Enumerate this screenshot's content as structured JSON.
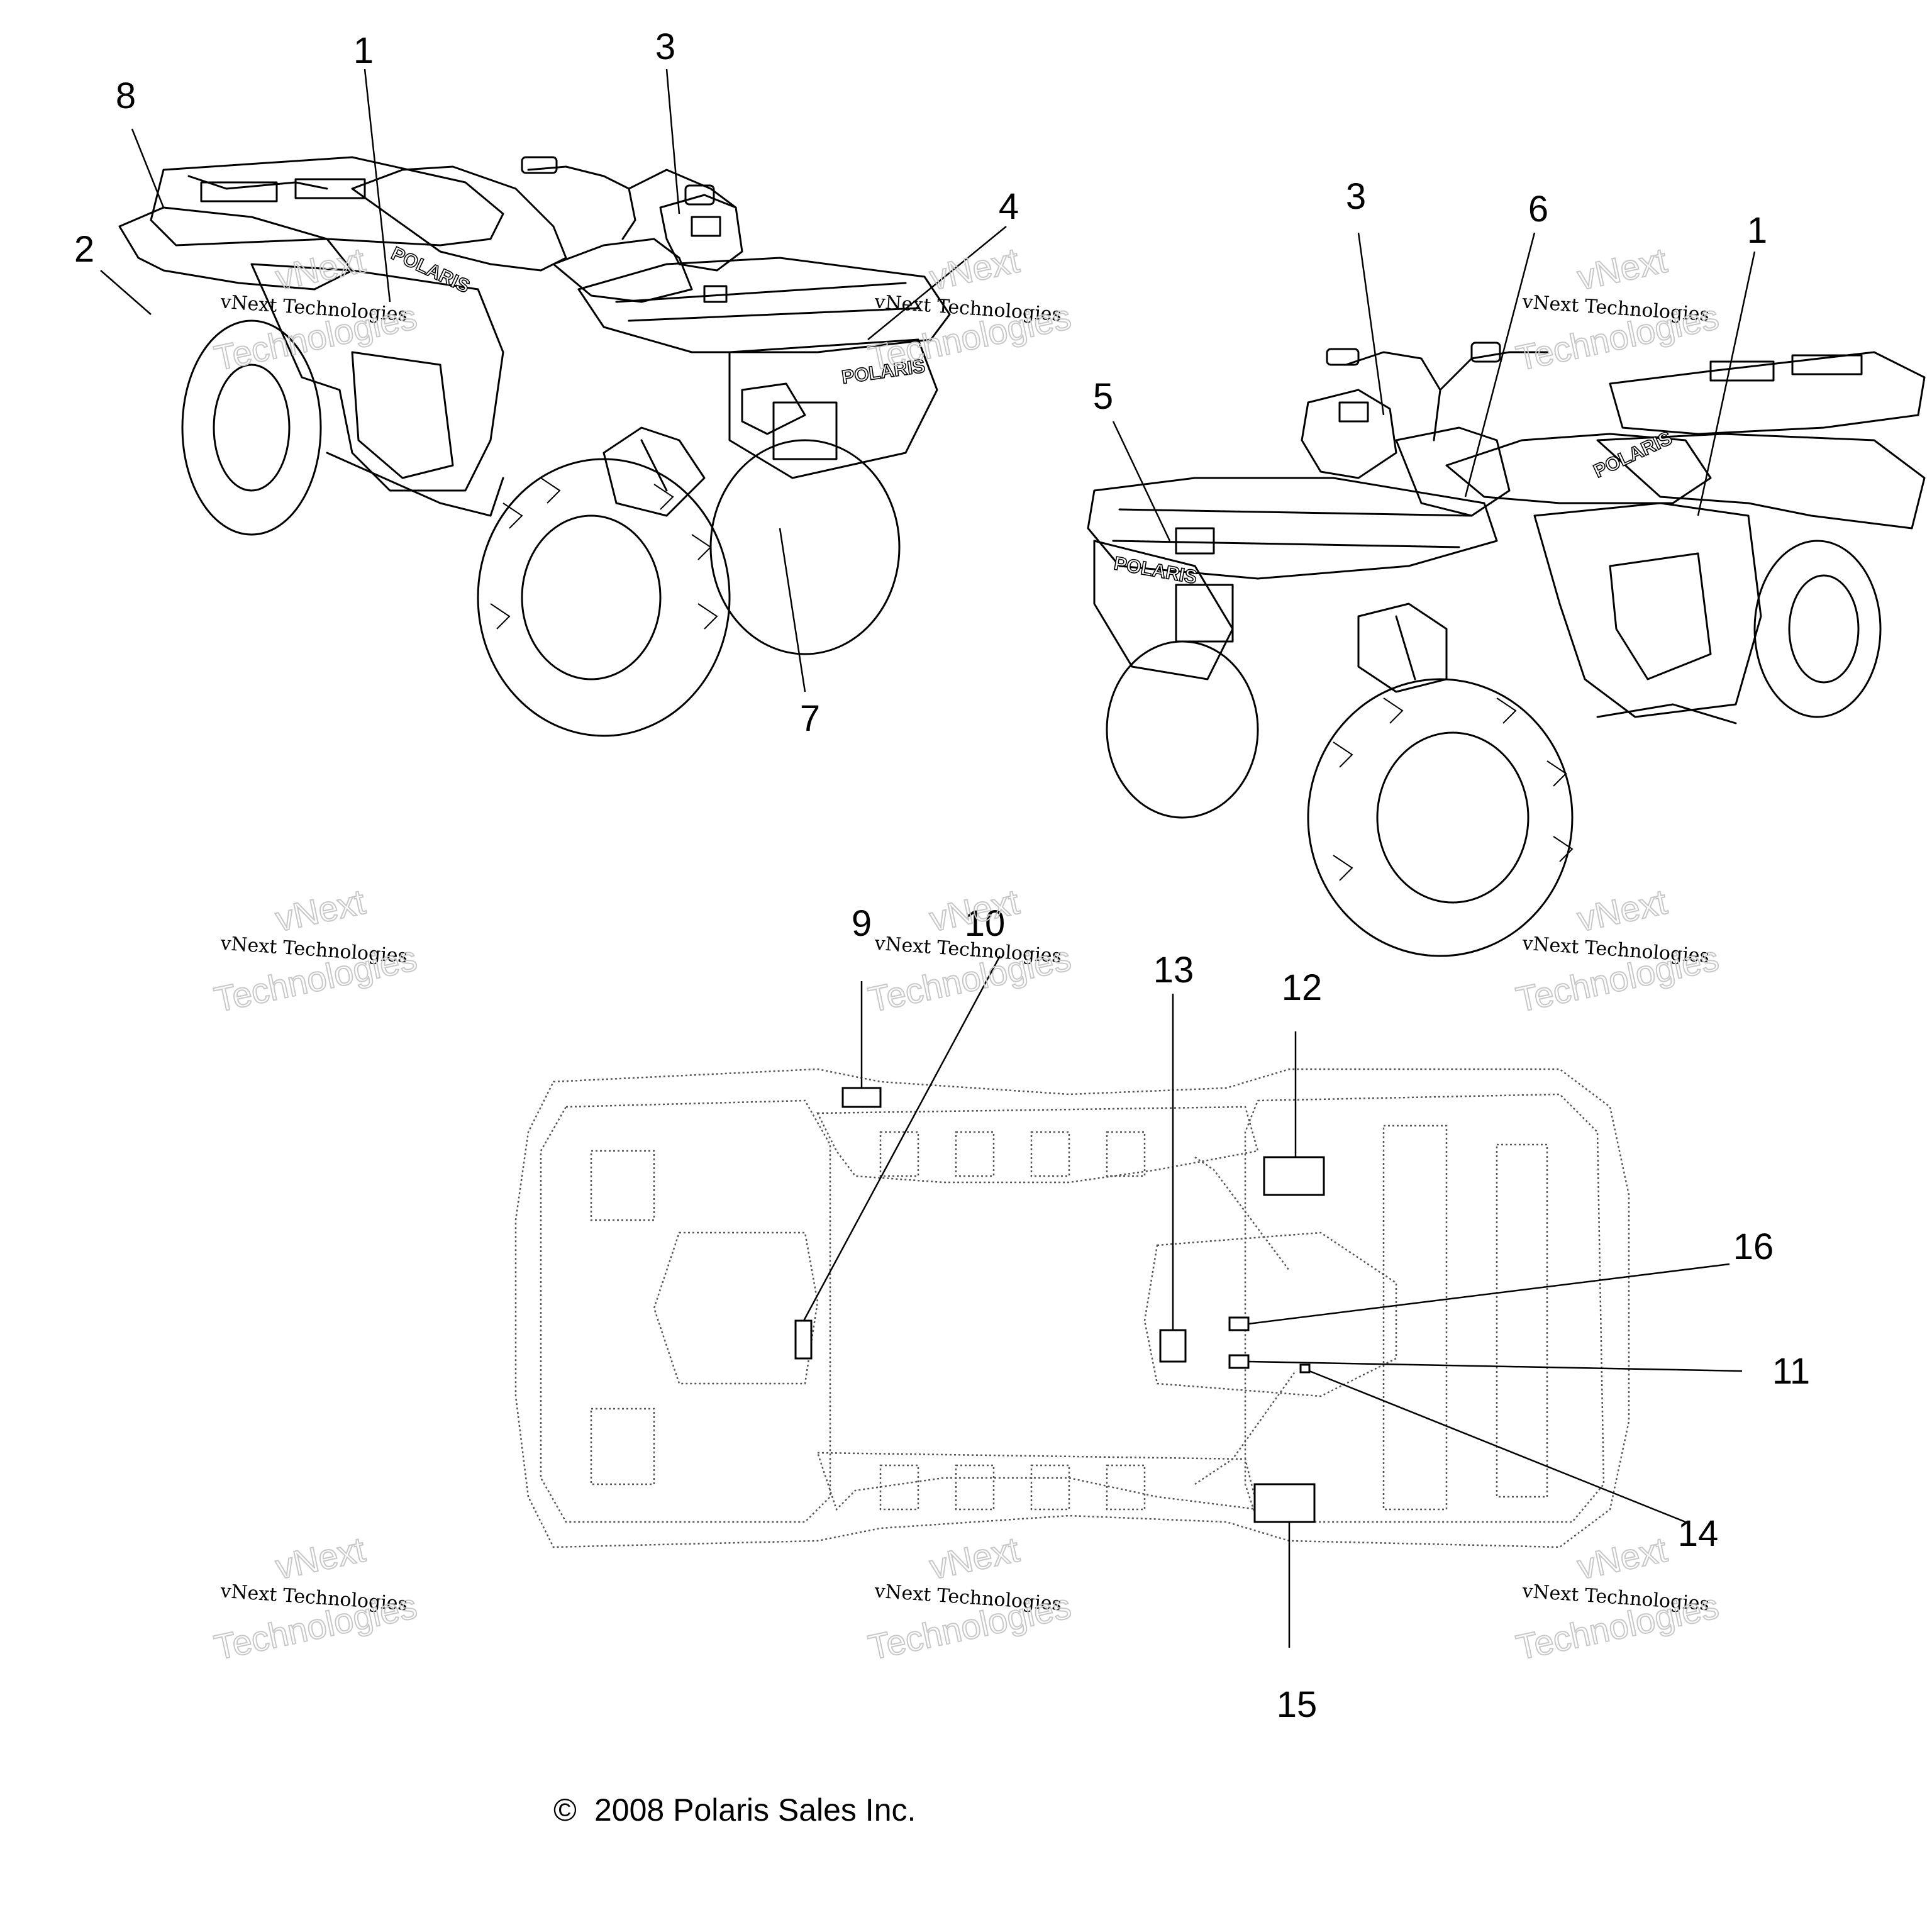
{
  "callouts": {
    "c1a": "1",
    "c3a": "3",
    "c8": "8",
    "c2": "2",
    "c4": "4",
    "c7": "7",
    "c3b": "3",
    "c6": "6",
    "c1b": "1",
    "c5": "5",
    "c9": "9",
    "c10": "10",
    "c13": "13",
    "c12": "12",
    "c16": "16",
    "c11": "11",
    "c14": "14",
    "c15": "15"
  },
  "brand_decal": "POLARIS",
  "watermark": {
    "line1": "vNext Technologies",
    "line2a": "vNext",
    "line2b": "Technologies"
  },
  "copyright": "2008 Polaris Sales Inc.",
  "copyright_symbol": "©"
}
